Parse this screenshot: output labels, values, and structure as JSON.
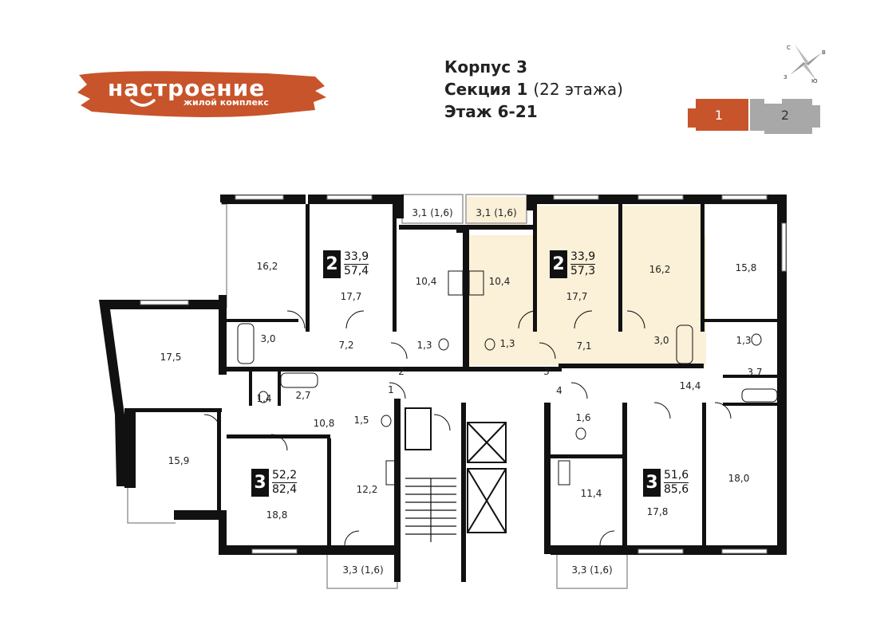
{
  "logo": {
    "title": "настроение",
    "subtitle": "жилой комплекс",
    "brand_color": "#c8542b"
  },
  "heading": {
    "building": "Корпус 3",
    "section": "Секция 1",
    "floors_count": "(22 этажа)",
    "floor": "Этаж 6-21"
  },
  "compass": {
    "n": "С",
    "e": "В",
    "s": "Ю",
    "w": "З"
  },
  "sections": [
    {
      "label": "1",
      "active": true,
      "color": "#c8542b"
    },
    {
      "label": "2",
      "active": false,
      "color": "#a8a8a8"
    }
  ],
  "highlight_color": "#fbf0d8",
  "rooms": [
    "3,1 (1,6)",
    "3,1 (1,6)",
    "16,2",
    "17,7",
    "10,4",
    "10,4",
    "17,7",
    "16,2",
    "15,8",
    "17,5",
    "3,0",
    "7,2",
    "1,3",
    "1,3",
    "7,1",
    "3,0",
    "1,3",
    "3,7",
    "14,4",
    "1,4",
    "2,7",
    "10,8",
    "1,5",
    "1,6",
    "15,9",
    "12,2",
    "11,4",
    "18,0",
    "18,8",
    "17,8",
    "3,3 (1,6)",
    "3,3 (1,6)",
    "2",
    "1",
    "3",
    "4"
  ],
  "apartments": [
    {
      "rooms": "2",
      "living": "33,9",
      "total": "57,4"
    },
    {
      "rooms": "2",
      "living": "33,9",
      "total": "57,3",
      "highlighted": true
    },
    {
      "rooms": "3",
      "living": "52,2",
      "total": "82,4"
    },
    {
      "rooms": "3",
      "living": "51,6",
      "total": "85,6"
    }
  ]
}
